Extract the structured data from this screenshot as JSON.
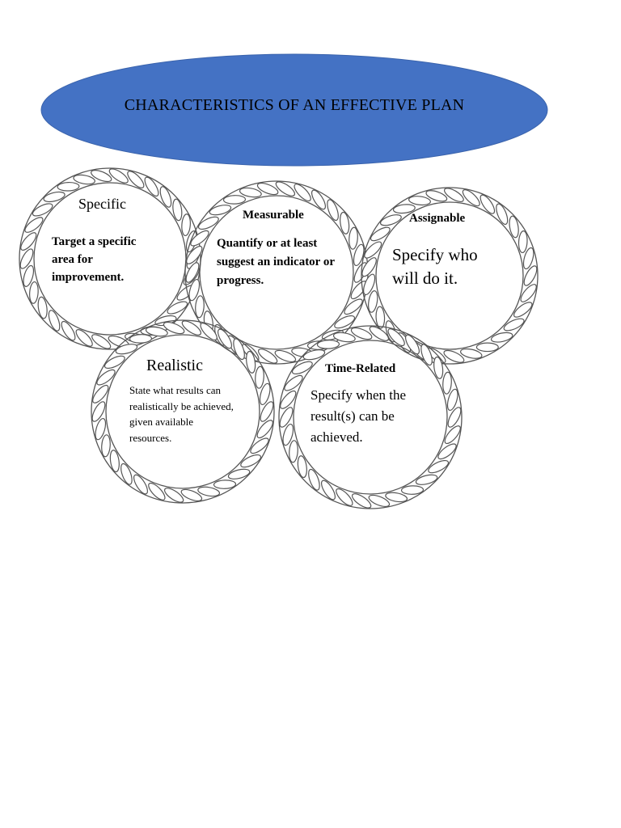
{
  "title": "CHARACTERISTICS OF AN EFFECTIVE PLAN",
  "colors": {
    "banner_fill": "#4472C4",
    "ring_outline": "#555555",
    "background": "#FFFFFF"
  },
  "circles": [
    {
      "icon": "braided-ring",
      "title": "Specific",
      "body_lines": [
        "Target a specific",
        "area for",
        "improvement."
      ]
    },
    {
      "icon": "braided-ring",
      "title": "Measurable",
      "body_lines": [
        "Quantify or at least",
        "suggest an indicator or",
        "progress."
      ]
    },
    {
      "icon": "braided-ring",
      "title": "Assignable",
      "body_lines": [
        "Specify who",
        "will do it."
      ]
    },
    {
      "icon": "braided-ring",
      "title": "Realistic",
      "body_lines": [
        "State what results can",
        "realistically be achieved,",
        "given available",
        "resources."
      ]
    },
    {
      "icon": "braided-ring",
      "title": "Time-Related",
      "body_lines": [
        "Specify when the",
        "result(s) can be",
        "achieved."
      ]
    }
  ]
}
